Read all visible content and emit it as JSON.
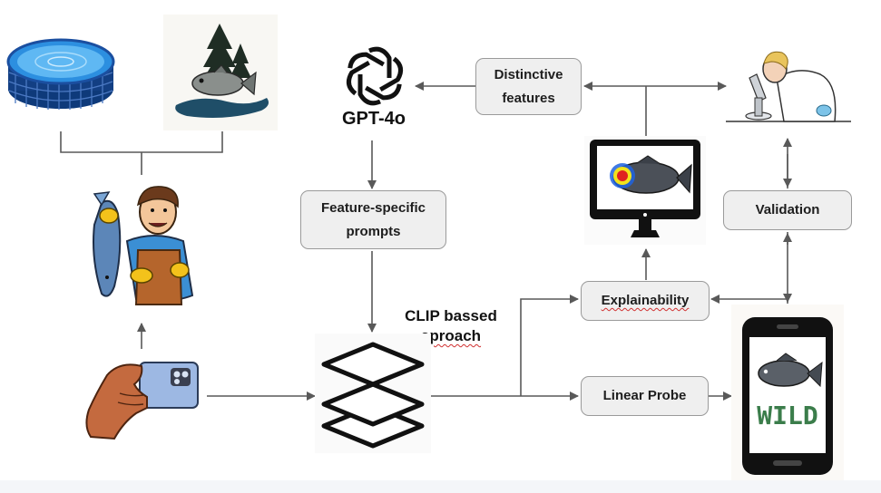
{
  "labels": {
    "gpt": "GPT-4o",
    "distinctive_line1": "Distinctive",
    "distinctive_line2": "features",
    "prompts_line1": "Feature-specific",
    "prompts_line2": "prompts",
    "clip_line1": "CLIP bassed",
    "clip_line2": "aproach",
    "explainability": "Explainability",
    "linear_probe": "Linear Probe",
    "validation": "Validation",
    "wild": "WILD"
  },
  "colors": {
    "box_fill": "#efefef",
    "box_border": "#9a9a9a",
    "arrow": "#595959",
    "wild_text": "#3b7d4b",
    "heatmap": "#e02020"
  },
  "icons": [
    "fish-tank-icon",
    "wild-fish-forest-icon",
    "fisherman-icon",
    "smartphone-camera-icon",
    "openai-logo-icon",
    "stacked-layers-icon",
    "monitor-heatmap-icon",
    "scientist-microscope-icon",
    "phone-wild-result-icon"
  ]
}
